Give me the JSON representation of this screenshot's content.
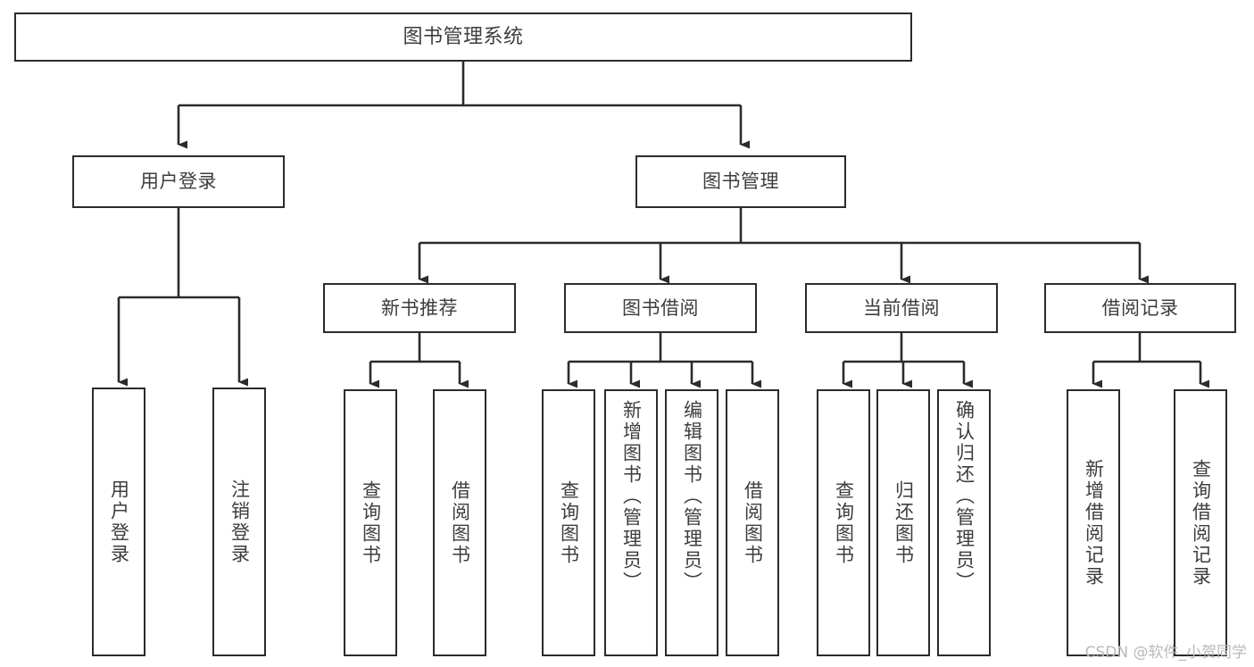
{
  "diagram": {
    "title": "图书管理系统",
    "type": "hierarchy-tree",
    "watermark": "CSDN @软件_小贺同学",
    "colors": {
      "stroke": "#2b2b2b",
      "text": "#3d3d3d",
      "background": "#ffffff",
      "watermark": "#b9b9b9"
    },
    "nodes": {
      "root": {
        "label": "图书管理系统"
      },
      "level1": [
        {
          "label": "用户登录"
        },
        {
          "label": "图书管理"
        }
      ],
      "level2": [
        {
          "label": "新书推荐"
        },
        {
          "label": "图书借阅"
        },
        {
          "label": "当前借阅"
        },
        {
          "label": "借阅记录"
        }
      ],
      "leaves": {
        "user_login": [
          {
            "label": "用户登录"
          },
          {
            "label": "注销登录"
          }
        ],
        "new_book_recommend": [
          {
            "label": "查询图书"
          },
          {
            "label": "借阅图书"
          }
        ],
        "book_borrow": [
          {
            "label": "查询图书"
          },
          {
            "label": "新增图书（管理员）"
          },
          {
            "label": "编辑图书（管理员）"
          },
          {
            "label": "借阅图书"
          }
        ],
        "current_borrow": [
          {
            "label": "查询图书"
          },
          {
            "label": "归还图书"
          },
          {
            "label": "确认归还（管理员）"
          }
        ],
        "borrow_record": [
          {
            "label": "新增借阅记录"
          },
          {
            "label": "查询借阅记录"
          }
        ]
      }
    }
  }
}
